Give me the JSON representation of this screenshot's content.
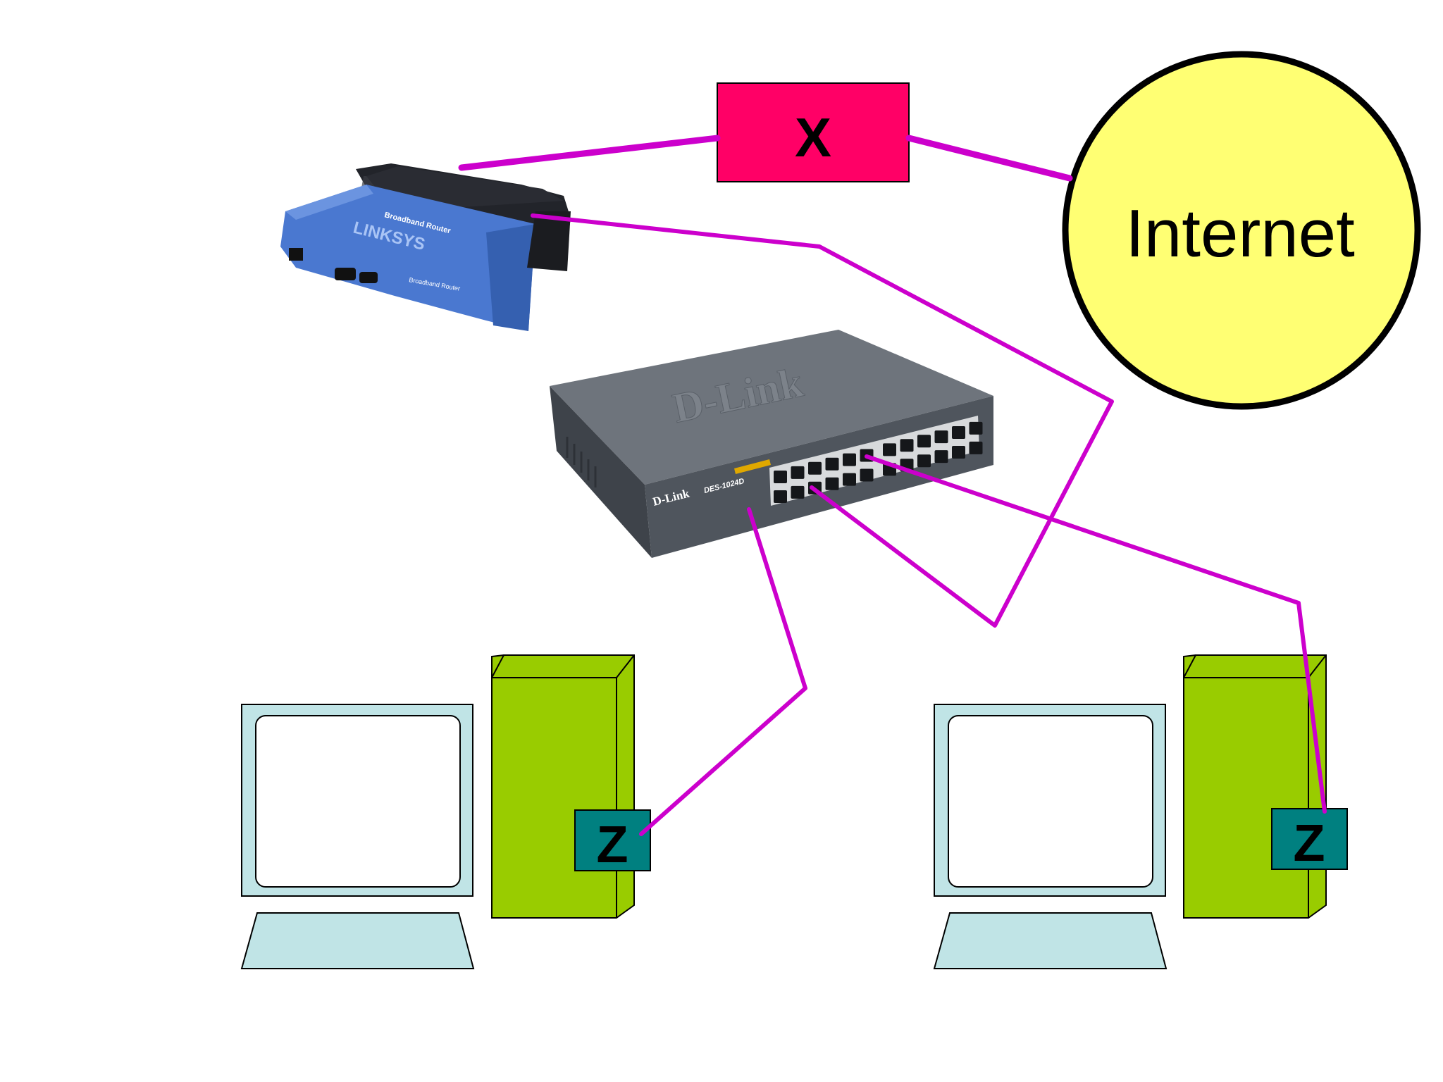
{
  "nodes": {
    "x_box": {
      "label": "X",
      "fill": "#ff0066"
    },
    "internet": {
      "label": "Internet",
      "fill": "#ffff73"
    },
    "router": {
      "brand": "LINKSYS",
      "product": "Broadband Router",
      "front_brand": "Linksys",
      "color": "#4a78d0"
    },
    "switch": {
      "brand": "D-Link",
      "model": "DES-1024D",
      "color": "#5a6068"
    },
    "pc_left": {
      "nic_label": "Z",
      "tower_color": "#99cc00",
      "monitor_color": "#c0e4e6"
    },
    "pc_right": {
      "nic_label": "Z",
      "tower_color": "#99cc00",
      "monitor_color": "#c0e4e6"
    }
  },
  "colors": {
    "cable": "#cc00cc",
    "nic": "#008080"
  }
}
